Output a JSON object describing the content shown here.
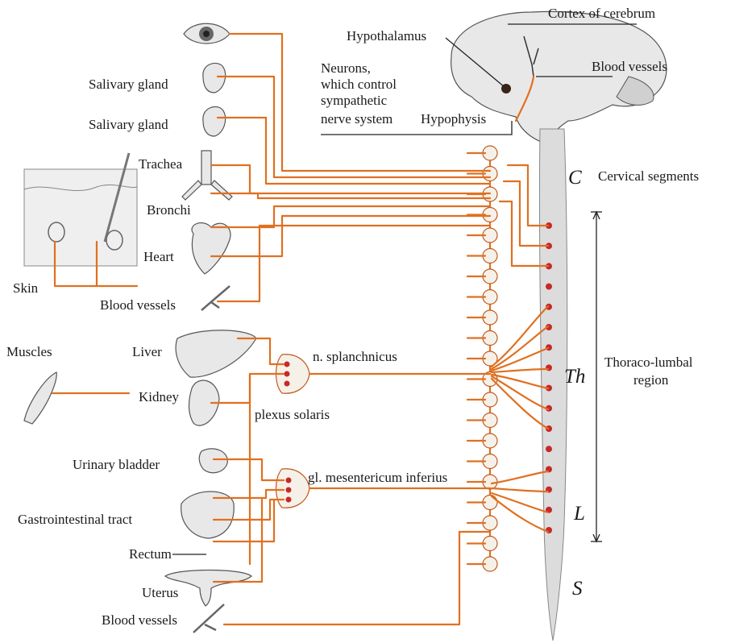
{
  "labels": {
    "cortex": "Cortex of cerebrum",
    "hypothalamus": "Hypothalamus",
    "neurons": [
      "Neurons,",
      "which control",
      "sympathetic",
      "nerve system"
    ],
    "hypophysis": "Hypophysis",
    "blood_vessels_brain": "Blood vessels",
    "cervical_segments": "Cervical segments",
    "thoraco_lumbal": [
      "Thoraco-lumbal",
      "region"
    ],
    "salivary_gland_1": "Salivary gland",
    "salivary_gland_2": "Salivary gland",
    "trachea": "Trachea",
    "bronchi": "Bronchi",
    "heart": "Heart",
    "skin": "Skin",
    "blood_vessels_1": "Blood vessels",
    "muscles": "Muscles",
    "liver": "Liver",
    "kidney": "Kidney",
    "n_splanchnicus": "n. splanchnicus",
    "plexus_solaris": "plexus solaris",
    "urinary_bladder": "Urinary bladder",
    "gl_mesentericum": "gl. mesentericum inferius",
    "gastrointestinal": "Gastrointestinal tract",
    "rectum": "Rectum",
    "uterus": "Uterus",
    "blood_vessels_2": "Blood vessels"
  },
  "segments": {
    "C": "C",
    "Th": "Th",
    "L": "L",
    "S": "S"
  },
  "colors": {
    "nerve": "#e07020",
    "neuron_dot": "#c8282a",
    "tissue": "#e8e8e8"
  }
}
